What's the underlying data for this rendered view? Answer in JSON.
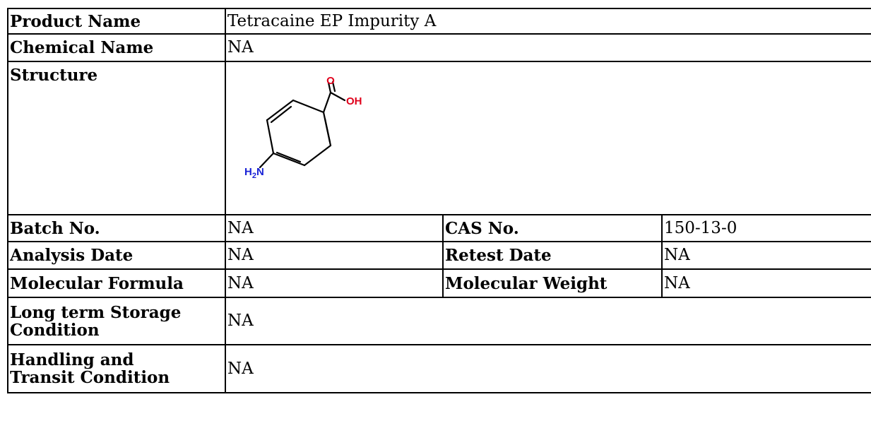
{
  "rows": {
    "product_name": {
      "label": "Product Name",
      "value": "Tetracaine EP Impurity A"
    },
    "chemical_name": {
      "label": "Chemical Name",
      "value": "NA"
    },
    "structure": {
      "label": "Structure",
      "atoms": {
        "oxygen_top": "O",
        "hydroxyl": "OH",
        "amine_h": "H",
        "amine_sub": "2",
        "amine_n": "N"
      }
    },
    "batch": {
      "label": "Batch No.",
      "value": "NA"
    },
    "cas": {
      "label": "CAS No.",
      "value": "150-13-0"
    },
    "analysis_date": {
      "label": "Analysis Date",
      "value": "NA"
    },
    "retest_date": {
      "label": "Retest Date",
      "value": "NA"
    },
    "molecular_formula": {
      "label": "Molecular Formula",
      "value": "NA"
    },
    "molecular_weight": {
      "label": "Molecular Weight",
      "value": "NA"
    },
    "storage": {
      "label_line1": "Long term Storage",
      "label_line2": "Condition",
      "value": "NA"
    },
    "handling": {
      "label_line1": "Handling and",
      "label_line2": "Transit Condition",
      "value": "NA"
    }
  },
  "colors": {
    "oxygen": "#e0001b",
    "nitrogen": "#1a23d6",
    "bond": "#000000",
    "border": "#000000"
  }
}
